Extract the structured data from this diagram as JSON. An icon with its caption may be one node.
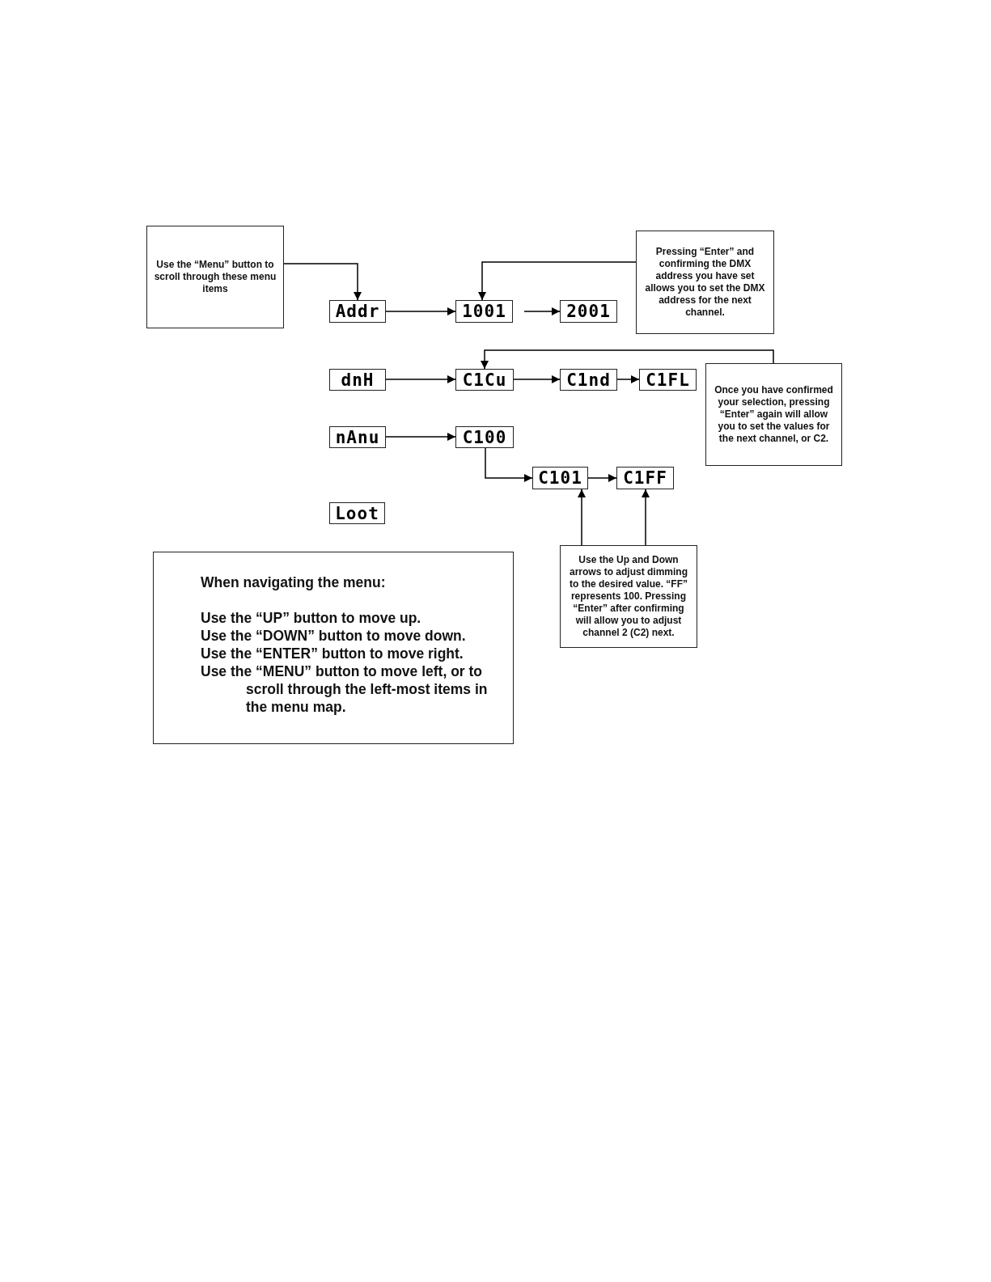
{
  "diagram": {
    "nodes": [
      {
        "text": [
          "Use the “Menu” button to scroll through these menu items"
        ]
      },
      {
        "text": [
          "Addr"
        ]
      },
      {
        "text": [
          "1001"
        ]
      },
      {
        "text": [
          "2001"
        ]
      },
      {
        "text": [
          "Pressing “Enter” and confirming the DMX address you have set allows you to set the DMX address for the next channel."
        ]
      },
      {
        "text": [
          "dnH"
        ]
      },
      {
        "text": [
          "C1Cu"
        ]
      },
      {
        "text": [
          "C1nd"
        ]
      },
      {
        "text": [
          "C1FL"
        ]
      },
      {
        "text": [
          "Once you have confirmed your selection, pressing “Enter” again will allow you to set the values for the next channel, or C2."
        ]
      },
      {
        "text": [
          "nAnu"
        ]
      },
      {
        "text": [
          "C100"
        ]
      },
      {
        "text": [
          "C101"
        ]
      },
      {
        "text": [
          "C1FF"
        ]
      },
      {
        "text": [
          "Loot"
        ]
      },
      {
        "text": [
          "Use the Up and Down arrows to adjust dimming to the desired value. “FF” represents 100. Pressing “Enter” after confirming will allow you to adjust channel 2 (C2) next."
        ]
      },
      {
        "text": [
          "When navigating the menu:",
          "Use the “UP” button to move up.",
          "Use the “DOWN” button to move down.",
          "Use the “ENTER” button to move right.",
          "Use the “MENU” button to move left, or to scroll through the left-most items in the menu map."
        ]
      }
    ],
    "edges": [
      {
        "from": 0,
        "to": 1,
        "arrow": "to"
      },
      {
        "from": 1,
        "to": 2,
        "arrow": "to"
      },
      {
        "from": 2,
        "to": 3,
        "arrow": "to"
      },
      {
        "from": 4,
        "to": 2,
        "arrow": "to"
      },
      {
        "from": 5,
        "to": 6,
        "arrow": "to"
      },
      {
        "from": 6,
        "to": 7,
        "arrow": "to"
      },
      {
        "from": 7,
        "to": 8,
        "arrow": "to"
      },
      {
        "from": 9,
        "to": 6,
        "arrow": "to"
      },
      {
        "from": 10,
        "to": 11,
        "arrow": "to"
      },
      {
        "from": 11,
        "to": 12,
        "arrow": "to"
      },
      {
        "from": 12,
        "to": 13,
        "arrow": "to"
      },
      {
        "from": 15,
        "to": 12,
        "arrow": "to"
      },
      {
        "from": 15,
        "to": 13,
        "arrow": "to"
      }
    ]
  }
}
